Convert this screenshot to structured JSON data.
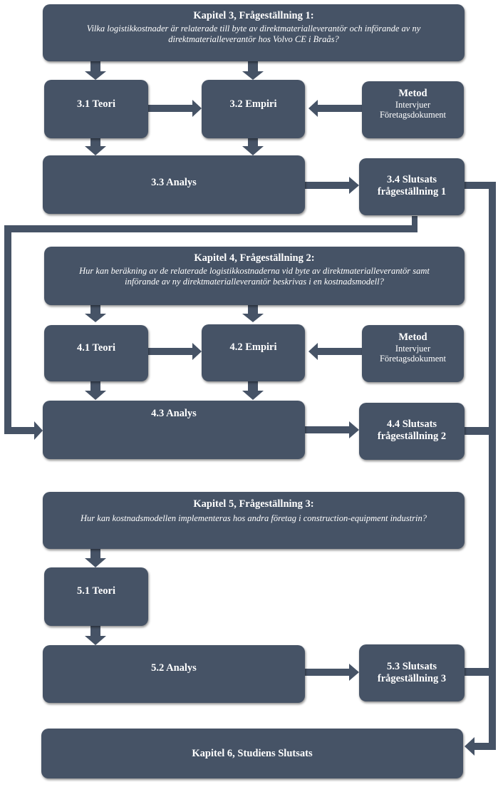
{
  "chapter3": {
    "title": "Kapitel 3, Frågeställning 1:",
    "question_line1": "Vilka logistikkostnader är relaterade till byte av direktmaterialleverantör och införande av ny",
    "question_line2": "direktmaterialleverantör hos Volvo CE i Braås?",
    "theory": "3.1 Teori",
    "empirics": "3.2 Empiri",
    "method": {
      "title": "Metod",
      "line1": "Intervjuer",
      "line2": "Företagsdokument"
    },
    "analysis": "3.3 Analys",
    "conclusion_line1": "3.4 Slutsats",
    "conclusion_line2": "frågeställning 1"
  },
  "chapter4": {
    "title": "Kapitel 4, Frågeställning 2:",
    "question_line1": "Hur kan beräkning av de relaterade logistikkostnaderna vid byte av direktmaterialleverantör samt",
    "question_line2": "införande av ny direktmaterialleverantör beskrivas i en kostnadsmodell?",
    "theory": "4.1 Teori",
    "empirics": "4.2 Empiri",
    "method": {
      "title": "Metod",
      "line1": "Intervjuer",
      "line2": "Företagsdokument"
    },
    "analysis": "4.3 Analys",
    "conclusion_line1": "4.4 Slutsats",
    "conclusion_line2": "frågeställning 2"
  },
  "chapter5": {
    "title": "Kapitel 5, Frågeställning 3:",
    "question_line1": "Hur kan kostnadsmodellen implementeras hos andra företag i construction-equipment industrin?",
    "theory": "5.1 Teori",
    "analysis": "5.2 Analys",
    "conclusion_line1": "5.3 Slutsats",
    "conclusion_line2": "frågeställning 3"
  },
  "chapter6": {
    "title": "Kapitel 6, Studiens Slutsats"
  },
  "colors": {
    "box": "#465366",
    "text": "#ffffff"
  }
}
